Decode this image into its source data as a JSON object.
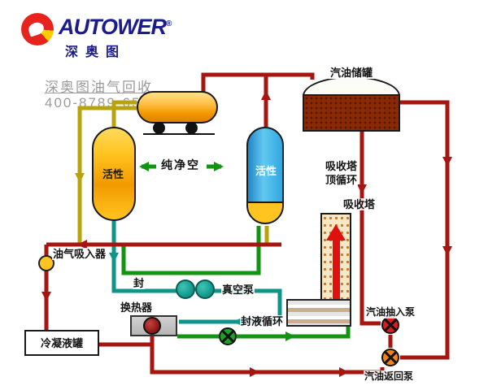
{
  "logo": {
    "brand": "AUTOWER",
    "reg": "®",
    "subtitle": "深奥图"
  },
  "watermark": {
    "line1": "深奥图油气回收",
    "line2": "400-8789-655"
  },
  "labels": {
    "storage_tank": "汽油储罐",
    "active_left": "活性",
    "active_right": "活性",
    "pure_air": "纯净空",
    "absorber_top": "吸收塔",
    "top_circulation": "顶循环",
    "absorber": "吸收塔",
    "oil_gas_inlet": "油气吸入器",
    "seal": "封",
    "vacuum_pump": "真空泵",
    "heat_exchanger": "换热器",
    "seal_liquid_loop": "封液循环",
    "condensate_tank": "冷凝液罐",
    "gasoline_suction_pump": "汽油抽入泵",
    "gasoline_return_pump": "汽油返回泵"
  },
  "colors": {
    "logo_blue": "#1b1b8e",
    "logo_red": "#e8231e",
    "logo_yellow": "#ffcc00",
    "watermark_gray": "#9b9b9b",
    "pipe_red": "#a6150f",
    "pipe_green": "#129312",
    "pipe_teal": "#0f948a",
    "pipe_yellow": "#b9a30c",
    "vessel_yellow": "#ffc41f",
    "vessel_orange": "#f29a00",
    "vessel_blue": "#2fa8e0",
    "tank_brown": "#8a2a05",
    "stripe_tan": "#c9b089",
    "hx_gray": "#b5b5b5",
    "pump_red": "#d71f1f",
    "pump_orange": "#f08414",
    "pump_green": "#1da224",
    "pump_maroon": "#8e1212",
    "arrow_red": "#e01010"
  }
}
